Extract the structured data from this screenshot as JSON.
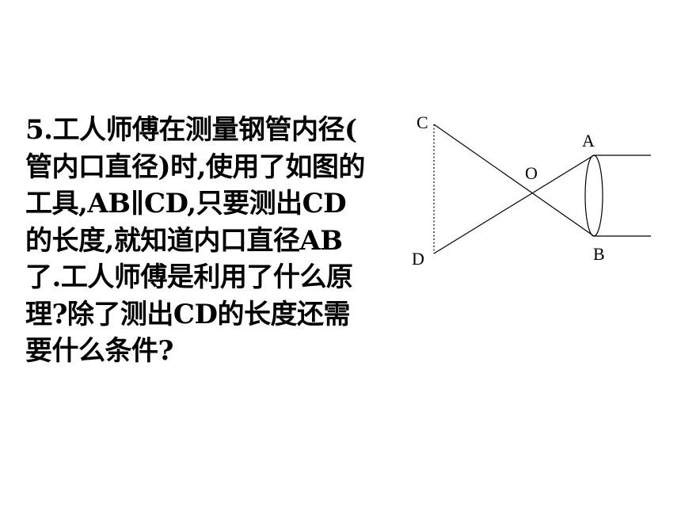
{
  "problem": {
    "lines": [
      "5.工人师傅在测量钢管内径(",
      "管内口直径)时,使用了如图的",
      "工具,AB∥CD,只要测出CD",
      "的长度,就知道内口直径AB",
      "了.工人师傅是利用了什么原",
      "理?除了测出CD的长度还需",
      "要什么条件?"
    ]
  },
  "diagram": {
    "labels": {
      "c": "C",
      "a": "A",
      "o": "O",
      "d": "D",
      "b": "B"
    }
  }
}
